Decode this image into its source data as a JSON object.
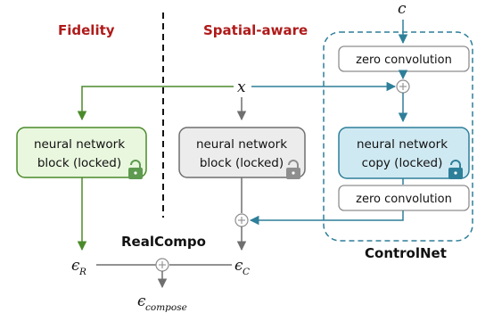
{
  "titles": {
    "fidelity": "Fidelity",
    "spatial_aware": "Spatial-aware"
  },
  "inputs": {
    "x": "x",
    "c": "c"
  },
  "blocks": {
    "fidelity_block": {
      "line1": "neural network",
      "line2": "block (locked)"
    },
    "spatial_block": {
      "line1": "neural network",
      "line2": "block (locked)"
    },
    "controlnet_copy": {
      "line1": "neural network",
      "line2": "copy (locked)"
    },
    "zero_conv_top": "zero convolution",
    "zero_conv_bottom": "zero convolution"
  },
  "outputs": {
    "eps_r_main": "ϵ",
    "eps_r_sub": "R",
    "eps_c_main": "ϵ",
    "eps_c_sub": "C",
    "eps_compose_main": "ϵ",
    "eps_compose_sub": "compose"
  },
  "labels": {
    "realcompo": "RealCompo",
    "controlnet": "ControlNet"
  },
  "colors": {
    "title_red": "#b01a1a",
    "green_stroke": "#4a8a2a",
    "green_fill": "#e9f7de",
    "gray_stroke": "#6f6f6f",
    "gray_fill": "#ececec",
    "teal_stroke": "#2e7f99",
    "teal_fill": "#cfe9f2",
    "lock_green": "#5e9a50",
    "lock_gray": "#8e8e8e",
    "lock_blue": "#2e7f99"
  },
  "icons": {
    "lock": "lock-icon",
    "sum": "plus-circle-icon",
    "arrow": "arrow-icon"
  }
}
